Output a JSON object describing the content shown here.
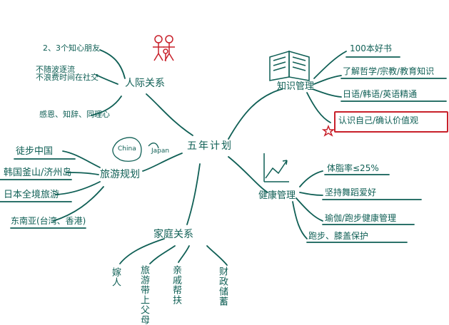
{
  "center": {
    "label": "五年计划"
  },
  "colors": {
    "ink": "#0f5f55",
    "highlight": "#c8202a"
  },
  "branches": {
    "social": {
      "label": "人际关系",
      "items": [
        "2、3个知心朋友",
        "不随波逐流\n不浪费时间在社交",
        "感恩、知辞、同理心"
      ]
    },
    "knowledge": {
      "label": "知识管理",
      "items": [
        "100本好书",
        "了解哲学/宗教/教育知识",
        "日语/韩语/英语精通",
        "认识自己/确认价值观"
      ]
    },
    "travel": {
      "label": "旅游规划",
      "doodle_labels": [
        "China",
        "Japan"
      ],
      "items": [
        "徒步中国",
        "韩国釜山/济州岛",
        "日本全境旅游",
        "东南亚(台湾、香港)"
      ]
    },
    "health": {
      "label": "健康管理",
      "items": [
        "体脂率≤25%",
        "坚持舞蹈爱好",
        "瑜伽/跑步健康管理",
        "跑步、膝盖保护"
      ]
    },
    "family": {
      "label": "家庭关系",
      "items": [
        "嫁人",
        "旅游带上父母",
        "亲戚帮扶",
        "财政储蓄"
      ]
    }
  },
  "icons": [
    "family-doodle-icon",
    "open-book-icon",
    "growth-chart-icon",
    "map-doodle-icon",
    "star-icon"
  ]
}
